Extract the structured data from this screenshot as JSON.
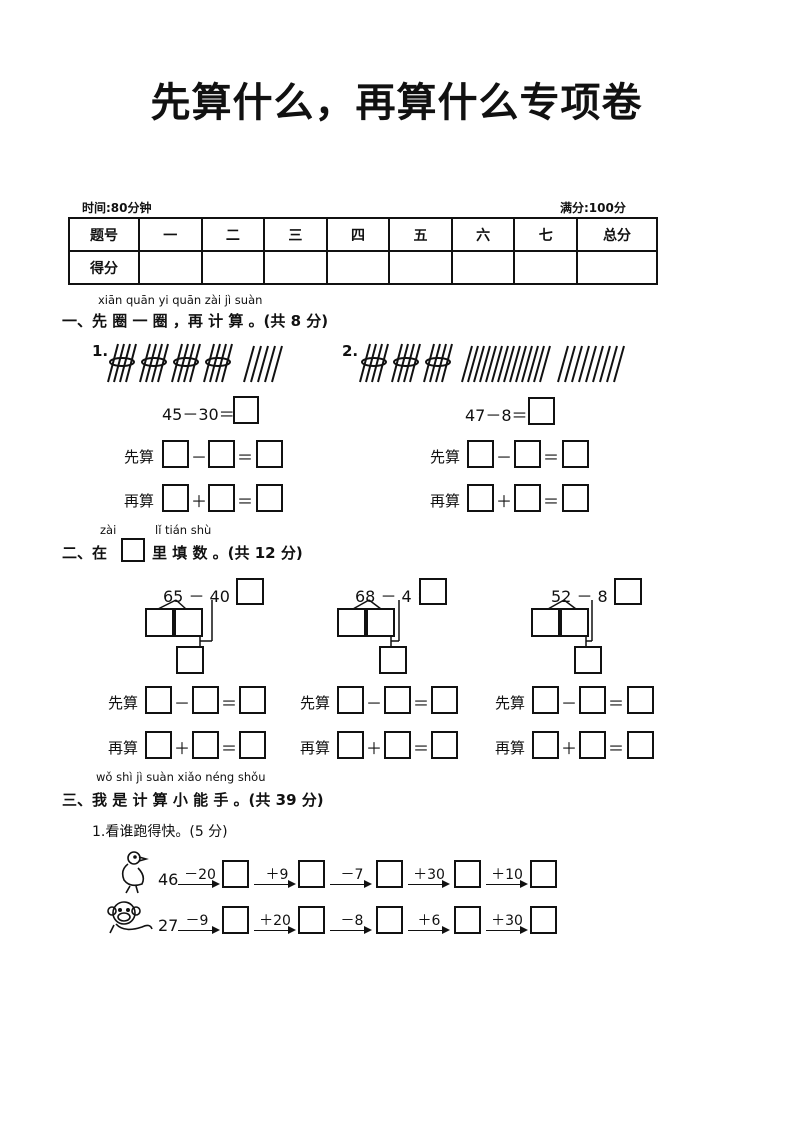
{
  "title": "先算什么，再算什么专项卷",
  "meta": {
    "time": "时间:80分钟",
    "full": "满分:100分"
  },
  "score_table": {
    "headers": [
      "题号",
      "一",
      "二",
      "三",
      "四",
      "五",
      "六",
      "七",
      "总分"
    ],
    "row2": "得分"
  },
  "sec1": {
    "pinyin": "xiān quān yi quān   zài jì suàn",
    "head": "一、先 圈 一 圈 ，再 计 算 。(共 8 分)",
    "p1": {
      "num": "1.",
      "expr": "45－30＝"
    },
    "p2": {
      "num": "2.",
      "expr": "47－8＝"
    },
    "first": "先算",
    "then": "再算",
    "minus": "－",
    "plus": "＋",
    "eq": "＝"
  },
  "sec2": {
    "pinyin_zai": "zài",
    "pinyin_rest": "lǐ tián shù",
    "head_a": "二、在",
    "head_b": "里 填 数 。(共 12 分)",
    "exprs": [
      "65 － 40 ＝",
      "68 － 4 ＝",
      "52 － 8 ＝"
    ]
  },
  "sec3": {
    "pinyin": "wǒ shì  jì  suàn xiǎo néng shǒu",
    "head": "三、我 是 计 算 小 能 手 。(共 39 分)",
    "q1": "1.看谁跑得快。(5 分)",
    "row1": {
      "start": "46",
      "ops": [
        "－20",
        "＋9",
        "－7",
        "＋30",
        "＋10"
      ]
    },
    "row2": {
      "start": "27",
      "ops": [
        "－9",
        "＋20",
        "－8",
        "＋6",
        "＋30"
      ]
    }
  },
  "icons": [
    "duck-icon",
    "monkey-icon",
    "stick-bundle-icon"
  ]
}
